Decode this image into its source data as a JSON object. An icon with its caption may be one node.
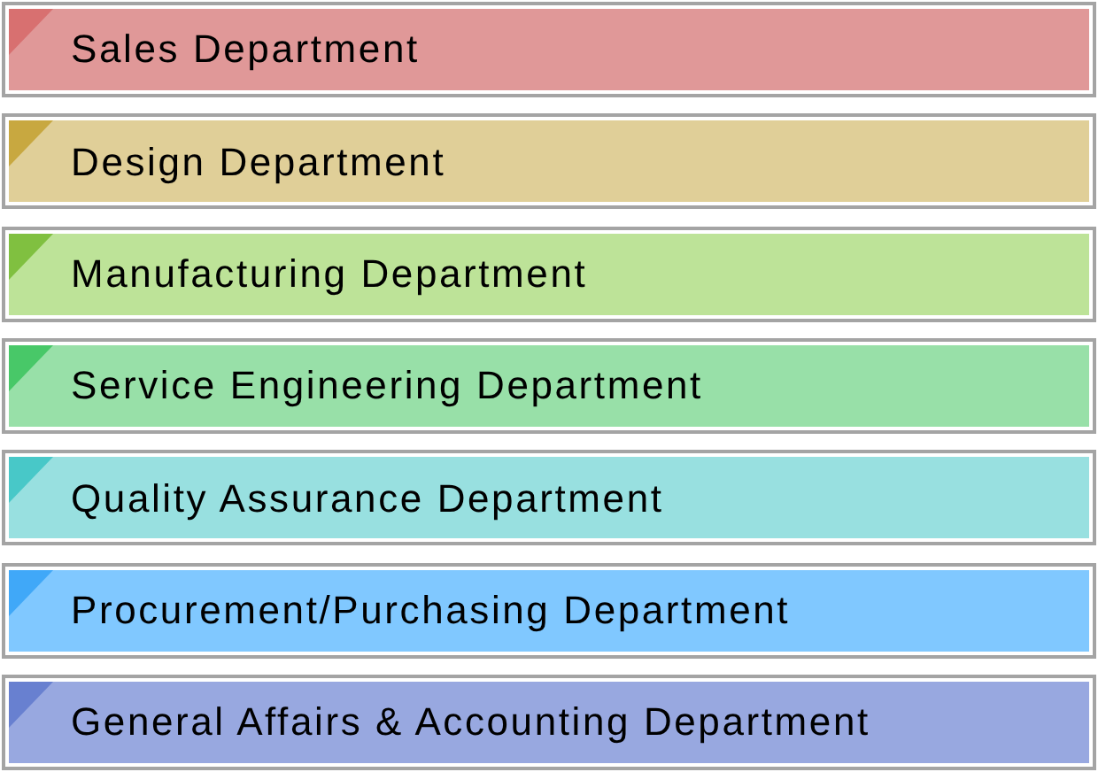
{
  "diagram": {
    "nodes": [
      {
        "text": [
          "Sales Department"
        ]
      },
      {
        "text": [
          "Design Department"
        ]
      },
      {
        "text": [
          "Manufacturing Department"
        ]
      },
      {
        "text": [
          "Service Engineering Department"
        ]
      },
      {
        "text": [
          "Quality Assurance Department"
        ]
      },
      {
        "text": [
          "Procurement/Purchasing Department"
        ]
      },
      {
        "text": [
          "General Affairs & Accounting Department"
        ]
      }
    ]
  }
}
